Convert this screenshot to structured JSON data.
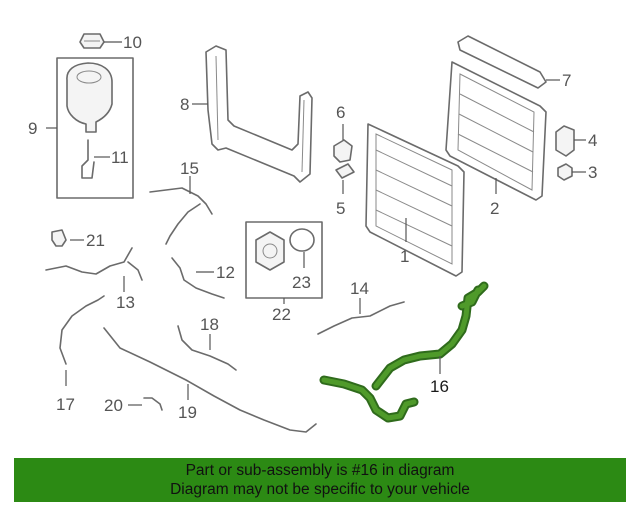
{
  "callouts": {
    "c1": "1",
    "c2": "2",
    "c3": "3",
    "c4": "4",
    "c5": "5",
    "c6": "6",
    "c7": "7",
    "c8": "8",
    "c9": "9",
    "c10": "10",
    "c11": "11",
    "c12": "12",
    "c13": "13",
    "c14": "14",
    "c15": "15",
    "c16": "16",
    "c17": "17",
    "c18": "18",
    "c19": "19",
    "c20": "20",
    "c21": "21",
    "c22": "22",
    "c23": "23"
  },
  "highlight_part": "16",
  "colors": {
    "highlight": "#2c8a14",
    "hose": "#4f9a2a",
    "line": "#6b6b6b"
  },
  "banner": {
    "line1": "Part or sub-assembly is #16 in diagram",
    "line2": "Diagram may not be specific to your vehicle"
  }
}
